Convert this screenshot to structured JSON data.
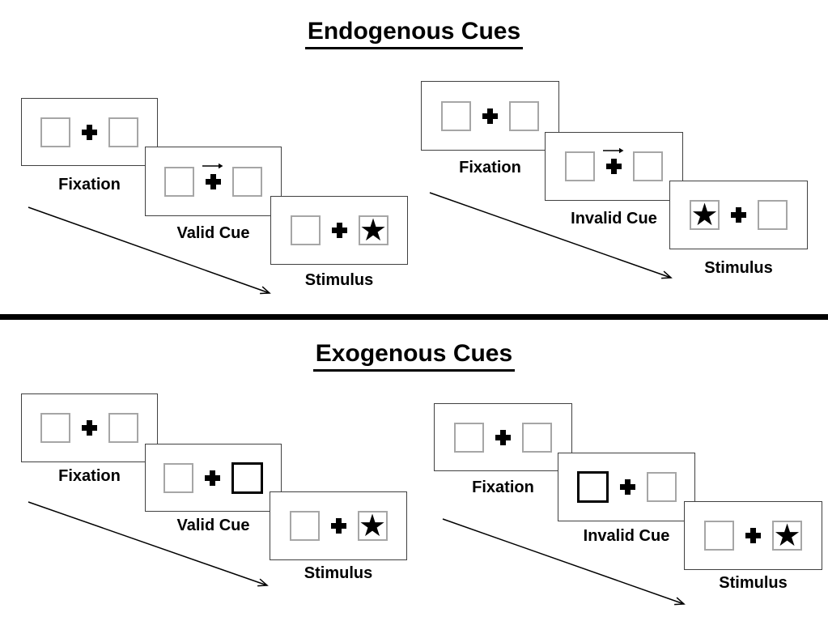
{
  "colors": {
    "background": "#ffffff",
    "ink": "#000000",
    "screen_border": "#404040",
    "placeholder_border": "#a6a6a6",
    "cue_highlight_border": "#000000"
  },
  "glyphs": {
    "star": "★"
  },
  "sections": [
    {
      "title": "Endogenous Cues",
      "cue_type": "central arrow above fixation cross",
      "sequences": [
        {
          "name": "valid",
          "frames": [
            {
              "label": "Fixation",
              "left_box": "empty",
              "center": "plus",
              "right_box": "empty"
            },
            {
              "label": "Valid Cue",
              "left_box": "empty",
              "center": "plus-with-right-arrow",
              "right_box": "empty"
            },
            {
              "label": "Stimulus",
              "left_box": "empty",
              "center": "plus",
              "right_box": "star"
            }
          ]
        },
        {
          "name": "invalid",
          "frames": [
            {
              "label": "Fixation",
              "left_box": "empty",
              "center": "plus",
              "right_box": "empty"
            },
            {
              "label": "Invalid Cue",
              "left_box": "empty",
              "center": "plus-with-right-arrow",
              "right_box": "empty"
            },
            {
              "label": "Stimulus",
              "left_box": "star",
              "center": "plus",
              "right_box": "empty"
            }
          ]
        }
      ]
    },
    {
      "title": "Exogenous Cues",
      "cue_type": "peripheral box brightening",
      "sequences": [
        {
          "name": "valid",
          "frames": [
            {
              "label": "Fixation",
              "left_box": "empty",
              "center": "plus",
              "right_box": "empty"
            },
            {
              "label": "Valid Cue",
              "left_box": "empty",
              "center": "plus",
              "right_box": "highlighted"
            },
            {
              "label": "Stimulus",
              "left_box": "empty",
              "center": "plus",
              "right_box": "star"
            }
          ]
        },
        {
          "name": "invalid",
          "frames": [
            {
              "label": "Fixation",
              "left_box": "empty",
              "center": "plus",
              "right_box": "empty"
            },
            {
              "label": "Invalid Cue",
              "left_box": "highlighted",
              "center": "plus",
              "right_box": "empty"
            },
            {
              "label": "Stimulus",
              "left_box": "empty",
              "center": "plus",
              "right_box": "star"
            }
          ]
        }
      ]
    }
  ]
}
